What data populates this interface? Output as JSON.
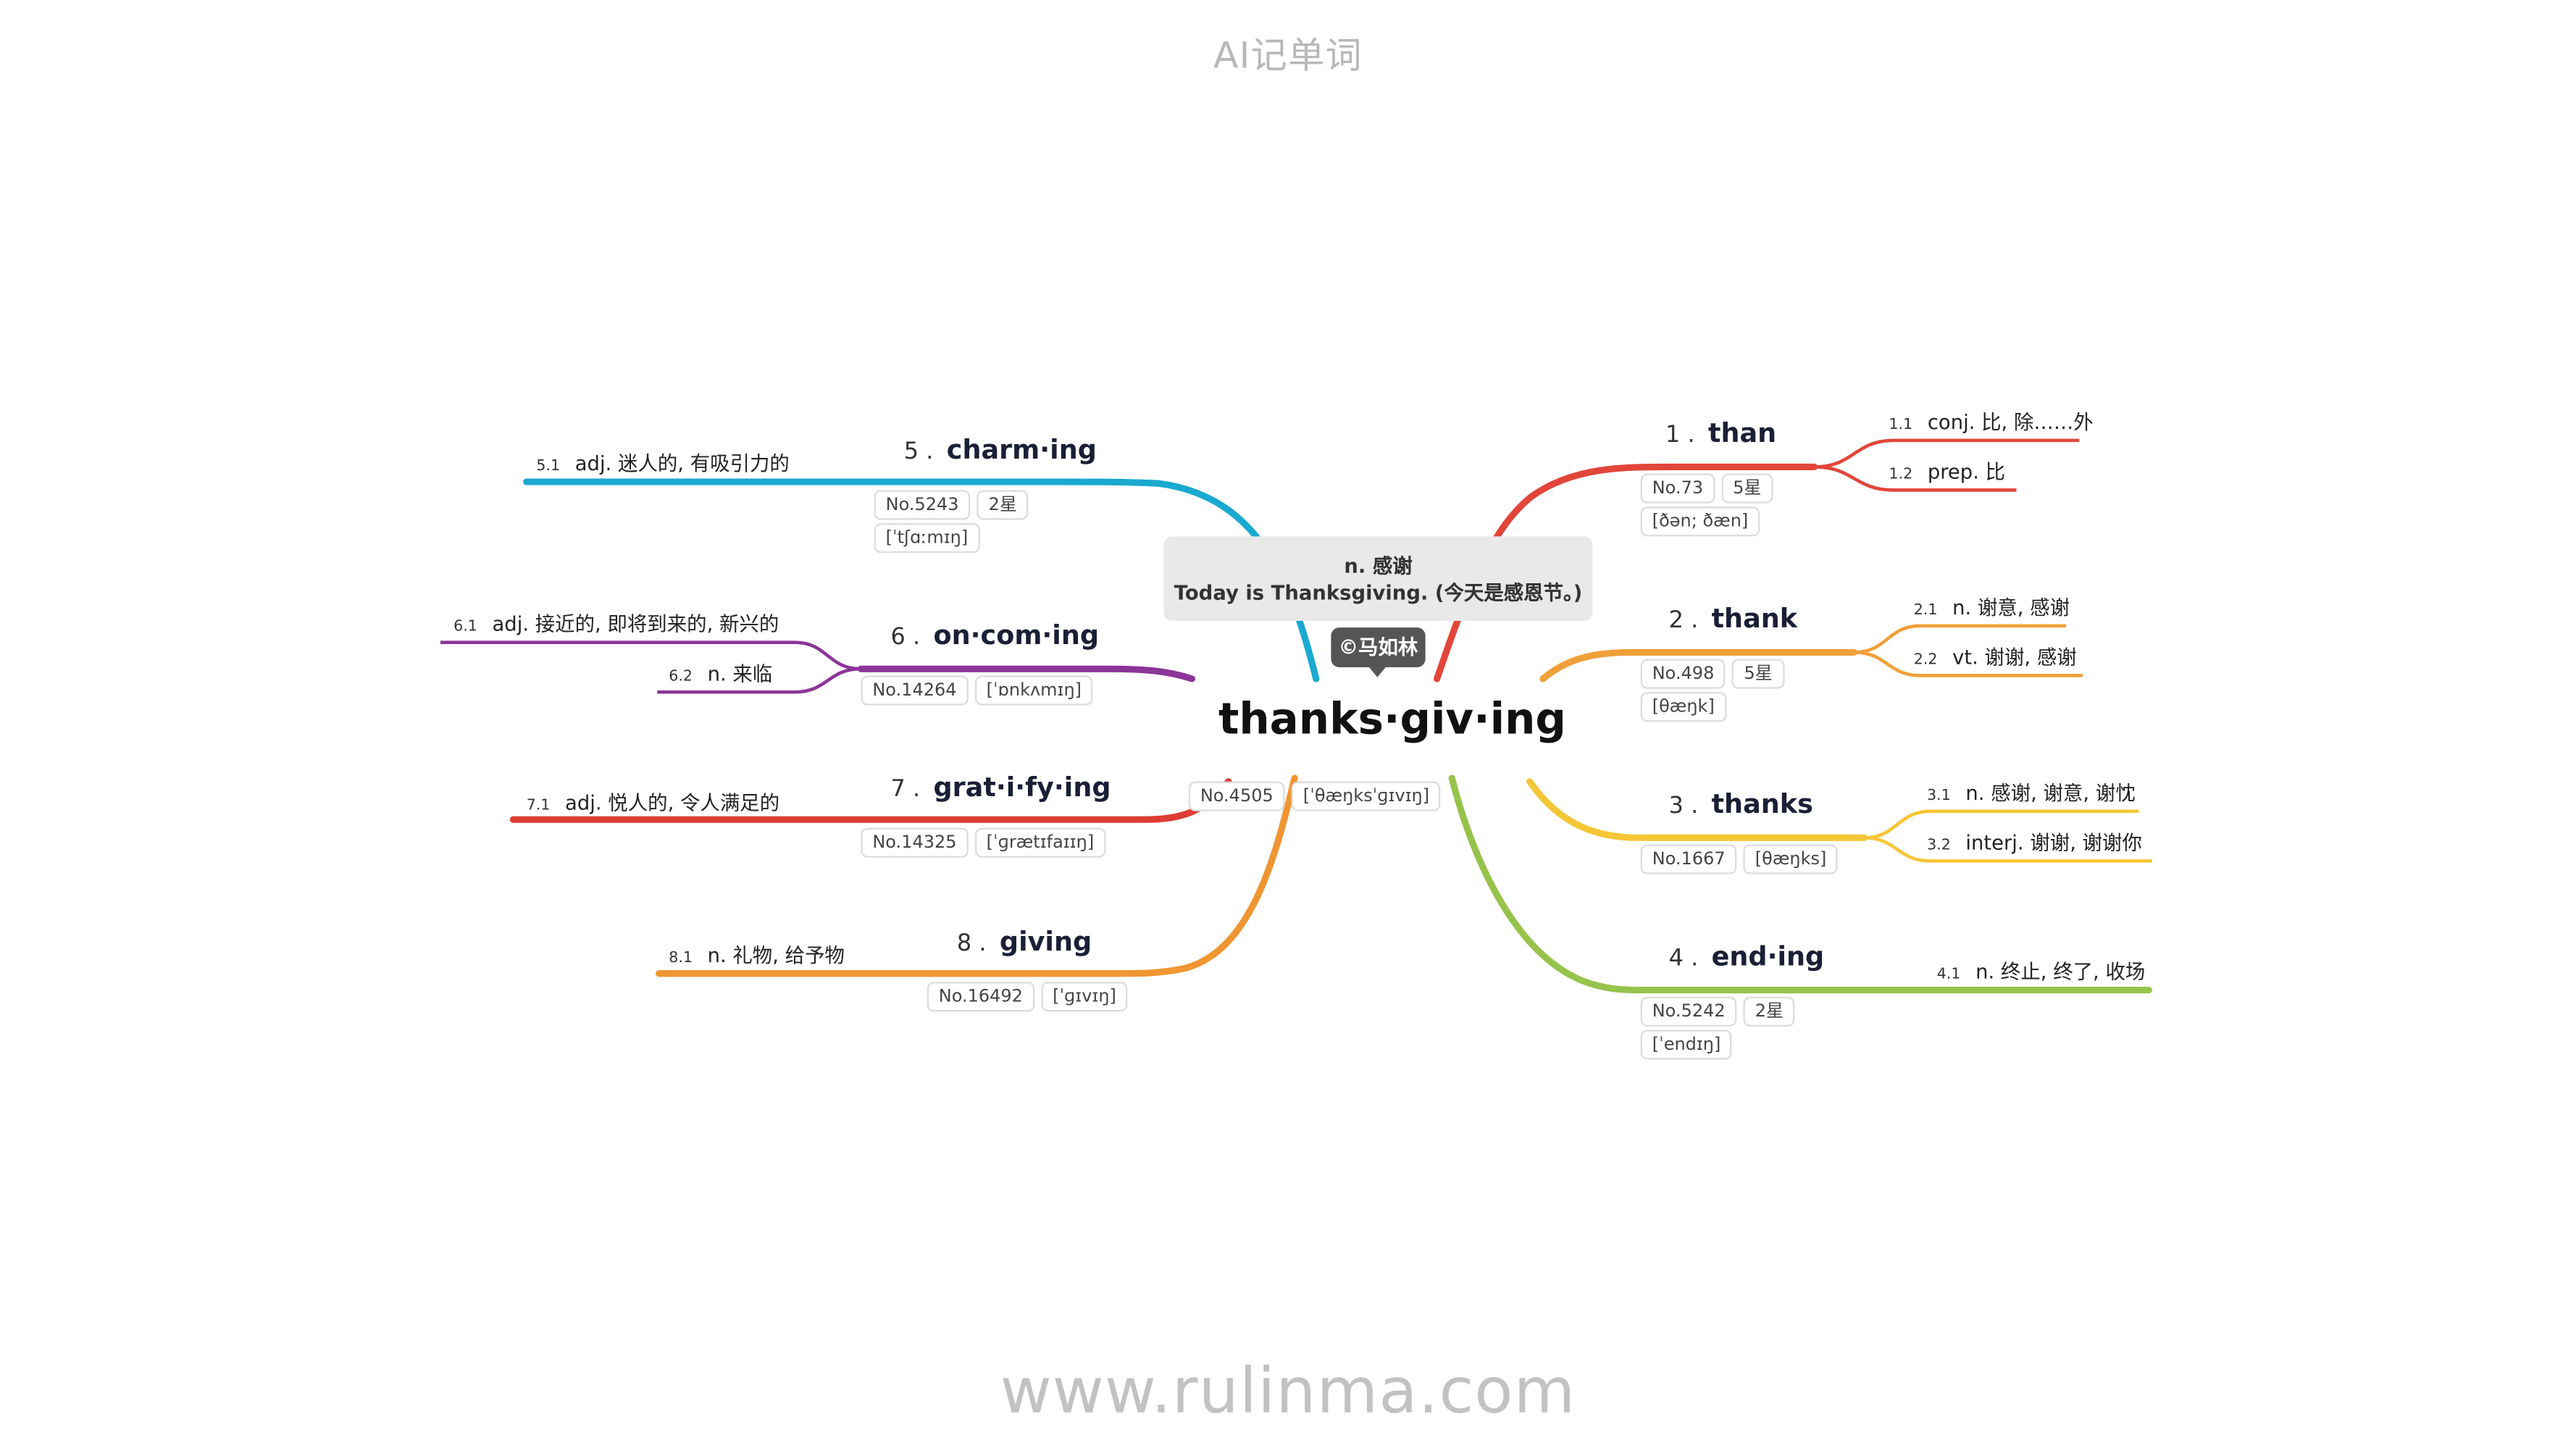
{
  "header": {
    "title": "AI记单词"
  },
  "footer": {
    "url": "www.rulinma.com"
  },
  "center": {
    "word": "thanks·giv·ing",
    "number": "No.4505",
    "phonetic": "[ˈθæŋksˈɡɪvɪŋ]",
    "meaning": "n. 感谢",
    "example": "Today is Thanksgiving. (今天是感恩节。)",
    "author": "©马如林"
  },
  "colors": {
    "red": "#e2453a",
    "orange": "#f0a03a",
    "yellow": "#f5c636",
    "green": "#97c34c",
    "cyan": "#1aa9d0",
    "purple": "#8a3597",
    "red2": "#dd3d33",
    "orange2": "#ef9632"
  },
  "branches": [
    {
      "num": "1 .",
      "word": "than",
      "tags": [
        "No.73",
        "5星"
      ],
      "phonetic": "[ðən; ðæn]",
      "leaves": [
        {
          "num": "1.1",
          "text": "conj. 比, 除……外"
        },
        {
          "num": "1.2",
          "text": "prep. 比"
        }
      ]
    },
    {
      "num": "2 .",
      "word": "thank",
      "tags": [
        "No.498",
        "5星"
      ],
      "phonetic": "[θæŋk]",
      "leaves": [
        {
          "num": "2.1",
          "text": "n. 谢意, 感谢"
        },
        {
          "num": "2.2",
          "text": "vt. 谢谢, 感谢"
        }
      ]
    },
    {
      "num": "3 .",
      "word": "thanks",
      "tags": [
        "No.1667",
        "[θæŋks]"
      ],
      "leaves": [
        {
          "num": "3.1",
          "text": "n. 感谢, 谢意, 谢忱"
        },
        {
          "num": "3.2",
          "text": "interj. 谢谢, 谢谢你"
        }
      ]
    },
    {
      "num": "4 .",
      "word": "end·ing",
      "tags": [
        "No.5242",
        "2星"
      ],
      "phonetic": "[ˈendɪŋ]",
      "leaves": [
        {
          "num": "4.1",
          "text": "n. 终止, 终了, 收场"
        }
      ]
    },
    {
      "num": "5 .",
      "word": "charm·ing",
      "tags": [
        "No.5243",
        "2星"
      ],
      "phonetic": "[ˈtʃɑːmɪŋ]",
      "leaves": [
        {
          "num": "5.1",
          "text": "adj. 迷人的, 有吸引力的"
        }
      ]
    },
    {
      "num": "6 .",
      "word": "on·com·ing",
      "tags": [
        "No.14264",
        "[ˈɒnkʌmɪŋ]"
      ],
      "leaves": [
        {
          "num": "6.1",
          "text": "adj. 接近的, 即将到来的, 新兴的"
        },
        {
          "num": "6.2",
          "text": "n. 来临"
        }
      ]
    },
    {
      "num": "7 .",
      "word": "grat·i·fy·ing",
      "tags": [
        "No.14325",
        "[ˈɡrætɪfaɪɪŋ]"
      ],
      "leaves": [
        {
          "num": "7.1",
          "text": "adj. 悦人的, 令人满足的"
        }
      ]
    },
    {
      "num": "8 .",
      "word": "giving",
      "tags": [
        "No.16492",
        "[ˈɡɪvɪŋ]"
      ],
      "leaves": [
        {
          "num": "8.1",
          "text": "n. 礼物, 给予物"
        }
      ]
    }
  ]
}
